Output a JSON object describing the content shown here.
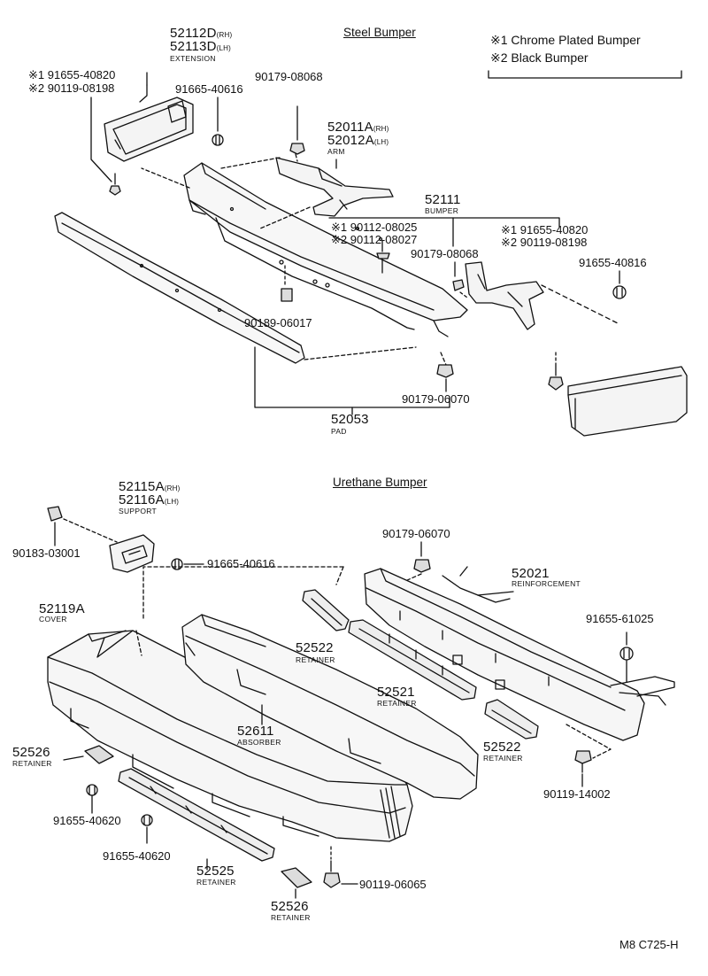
{
  "sections": {
    "steel_title": "Steel Bumper",
    "urethane_title": "Urethane Bumper"
  },
  "legend": [
    {
      "mark": "※1",
      "text": "Chrome Plated Bumper"
    },
    {
      "mark": "※2",
      "text": "Black Bumper"
    }
  ],
  "steel": {
    "extension": {
      "rh": "52112D",
      "rh_suffix": "(RH)",
      "lh": "52113D",
      "lh_suffix": "(LH)",
      "name": "EXTENSION"
    },
    "ext_bolt_1": "※1 91655-40820",
    "ext_bolt_2": "※2 90119-08198",
    "bolt_a": "91665-40616",
    "nut_a": "90179-08068",
    "arm": {
      "rh": "52011A",
      "rh_suffix": "(RH)",
      "lh": "52012A",
      "lh_suffix": "(LH)",
      "name": "ARM"
    },
    "bumper": {
      "code": "52111",
      "name": "BUMPER"
    },
    "bolt_b1": "※1 90112-08025",
    "bolt_b2": "※2 90112-08027",
    "right_bolt_1": "※1 91655-40820",
    "right_bolt_2": "※2 90119-08198",
    "nut_b": "90179-08068",
    "bolt_c": "91655-40816",
    "clip": "90189-06017",
    "nut_c": "90179-06070",
    "pad": {
      "code": "52053",
      "name": "PAD"
    }
  },
  "urethane": {
    "support": {
      "rh": "52115A",
      "rh_suffix": "(RH)",
      "lh": "52116A",
      "lh_suffix": "(LH)",
      "name": "SUPPORT"
    },
    "clip": "90183-03001",
    "bolt_a": "91665-40616",
    "nut_a": "90179-06070",
    "reinforcement": {
      "code": "52021",
      "name": "REINFORCEMENT"
    },
    "bolt_b": "91655-61025",
    "cover": {
      "code": "52119A",
      "name": "COVER"
    },
    "retainer_522": {
      "code": "52522",
      "name": "RETAINER"
    },
    "retainer_521": {
      "code": "52521",
      "name": "RETAINER"
    },
    "retainer_522b": {
      "code": "52522",
      "name": "RETAINER"
    },
    "absorber": {
      "code": "52611",
      "name": "ABSORBER"
    },
    "retainer_526a": {
      "code": "52526",
      "name": "RETAINER"
    },
    "bolt_c": "91655-40620",
    "bolt_d": "91655-40620",
    "retainer_525": {
      "code": "52525",
      "name": "RETAINER"
    },
    "retainer_526b": {
      "code": "52526",
      "name": "RETAINER"
    },
    "bolt_e": "90119-06065",
    "bolt_f": "90119-14002"
  },
  "footer_code": "M8 C725-H"
}
